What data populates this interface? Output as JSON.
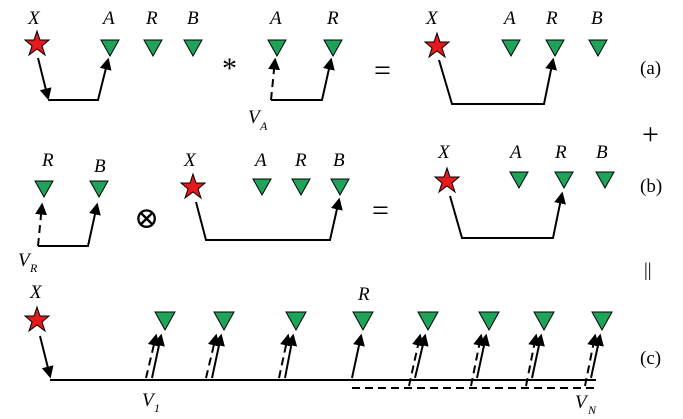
{
  "rows": {
    "a": {
      "label": "(a)",
      "left_labels": [
        "X",
        "A",
        "R",
        "B"
      ],
      "middle_labels": [
        "A",
        "R"
      ],
      "middle_sub": {
        "base": "V",
        "sub": "A"
      },
      "operator": "*",
      "equals": "=",
      "right_labels": [
        "X",
        "A",
        "R",
        "B"
      ]
    },
    "b": {
      "label": "(b)",
      "left_labels": [
        "R",
        "B"
      ],
      "left_sub": {
        "base": "V",
        "sub": "R"
      },
      "operator": "⊗",
      "middle_labels": [
        "X",
        "A",
        "R",
        "B"
      ],
      "equals": "=",
      "right_labels": [
        "X",
        "A",
        "R",
        "B"
      ]
    },
    "c": {
      "label": "(c)",
      "source_label": "X",
      "receiver_label": "R",
      "v1": {
        "base": "V",
        "sub": "1"
      },
      "vn": {
        "base": "V",
        "sub": "N"
      }
    }
  },
  "between_ab": "+",
  "between_bc": "||",
  "colors": {
    "star": "#e41a1c",
    "triangle": "#1fa35a"
  }
}
